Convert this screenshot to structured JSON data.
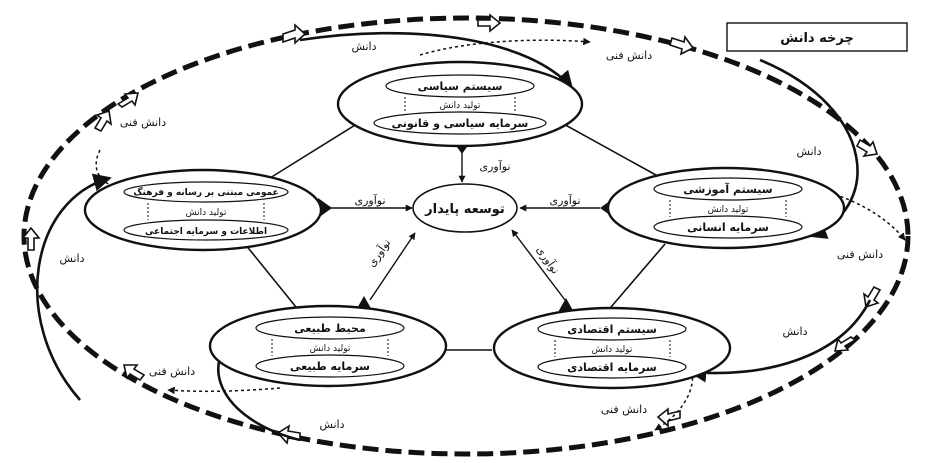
{
  "legend": {
    "title": "چرخه دانش"
  },
  "center": {
    "label": "توسعه پایدار"
  },
  "nodes": {
    "political": {
      "system": "سیستم سیاسی",
      "produce": "تولید دانش",
      "capital": "سرمایه سیاسی و قانونی"
    },
    "media": {
      "system": "عمومی مبتنی بر رسانه و فرهنگ",
      "produce": "تولید دانش",
      "capital": "اطلاعات و سرمایه اجتماعی"
    },
    "education": {
      "system": "سیستم آموزشی",
      "produce": "تولید دانش",
      "capital": "سرمایه انسانی"
    },
    "environment": {
      "system": "محیط طبیعی",
      "produce": "تولید دانش",
      "capital": "سرمایه طبیعی"
    },
    "economic": {
      "system": "سیستم اقتصادی",
      "produce": "تولید دانش",
      "capital": "سرمایه اقتصادی"
    }
  },
  "labels": {
    "innovation": "نوآوری",
    "knowledge": "دانش",
    "tech_knowledge": "دانش فنی"
  }
}
